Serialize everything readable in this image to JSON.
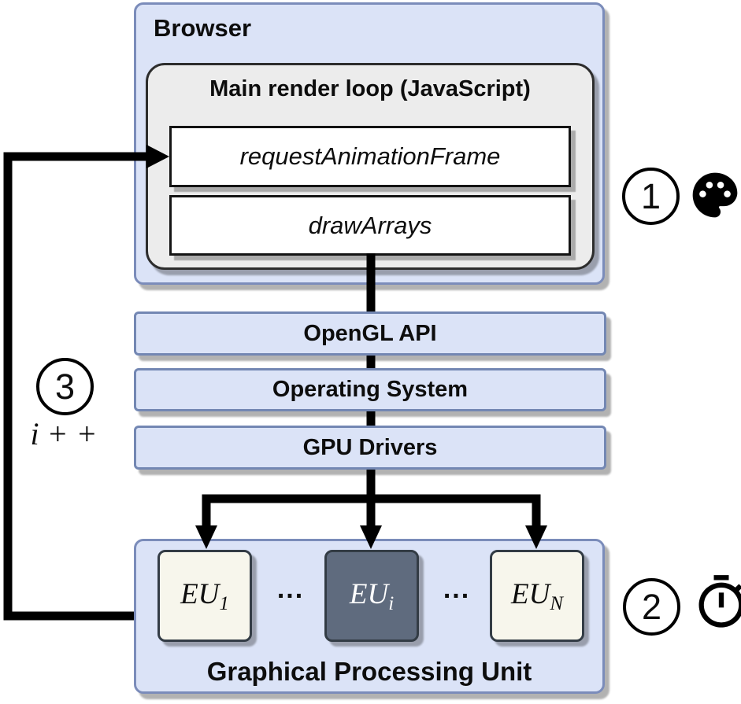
{
  "browser": {
    "label": "Browser",
    "render_loop": {
      "label": "Main render loop (JavaScript)",
      "calls": [
        {
          "label": "requestAnimationFrame"
        },
        {
          "label": "drawArrays"
        }
      ]
    }
  },
  "layers": [
    {
      "label": "OpenGL API"
    },
    {
      "label": "Operating System"
    },
    {
      "label": "GPU Drivers"
    }
  ],
  "gpu": {
    "label": "Graphical Processing Unit",
    "ellipsis": "...",
    "units": [
      {
        "base": "EU",
        "sub": "1",
        "highlighted": false
      },
      {
        "base": "EU",
        "sub": "i",
        "highlighted": true
      },
      {
        "base": "EU",
        "sub": "N",
        "highlighted": false
      }
    ]
  },
  "annotations": [
    {
      "number": "1",
      "icon": "palette-icon"
    },
    {
      "number": "2",
      "icon": "stopwatch-icon"
    },
    {
      "number": "3",
      "label": "i + +"
    }
  ],
  "colors": {
    "box-blue-fill": "#dbe3f7",
    "box-blue-stroke": "#7b8cba",
    "bar-blue-stroke": "#7387b3",
    "box-gray-fill": "#ececec",
    "box-dark-stroke": "#2d2d2d",
    "eu-cream-fill": "#f7f6ec",
    "eu-slate-fill": "#5f6b7e",
    "eu-stroke": "#333c45",
    "line-black": "#000000"
  }
}
